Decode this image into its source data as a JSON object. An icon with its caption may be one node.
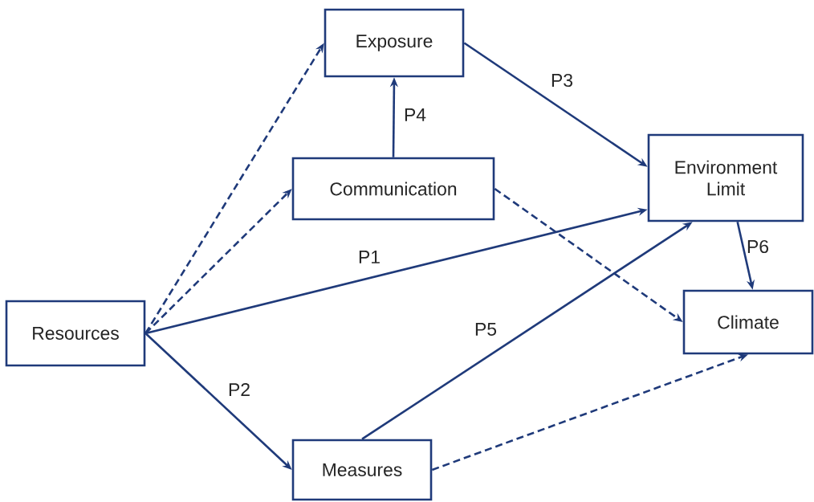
{
  "diagram": {
    "nodes": [
      {
        "text": [
          "Exposure"
        ]
      },
      {
        "text": [
          "Communication"
        ]
      },
      {
        "text": [
          "Environment Limit"
        ]
      },
      {
        "text": [
          "Resources"
        ]
      },
      {
        "text": [
          "Climate"
        ]
      },
      {
        "text": [
          "Measures"
        ]
      }
    ],
    "edges": [
      {
        "from": 3,
        "to": 0,
        "arrow": "to",
        "style": "dashed"
      },
      {
        "from": 3,
        "to": 1,
        "arrow": "to",
        "style": "dashed"
      },
      {
        "from": 3,
        "to": 2,
        "arrow": "to",
        "label": "P1"
      },
      {
        "from": 3,
        "to": 5,
        "arrow": "to",
        "label": "P2"
      },
      {
        "from": 0,
        "to": 2,
        "arrow": "to",
        "label": "P3"
      },
      {
        "from": 1,
        "to": 0,
        "arrow": "to",
        "label": "P4"
      },
      {
        "from": 5,
        "to": 2,
        "arrow": "to",
        "label": "P5"
      },
      {
        "from": 2,
        "to": 4,
        "arrow": "to",
        "label": "P6"
      },
      {
        "from": 1,
        "to": 4,
        "arrow": "to",
        "style": "dashed"
      },
      {
        "from": 5,
        "to": 4,
        "arrow": "to",
        "style": "dashed"
      }
    ]
  }
}
